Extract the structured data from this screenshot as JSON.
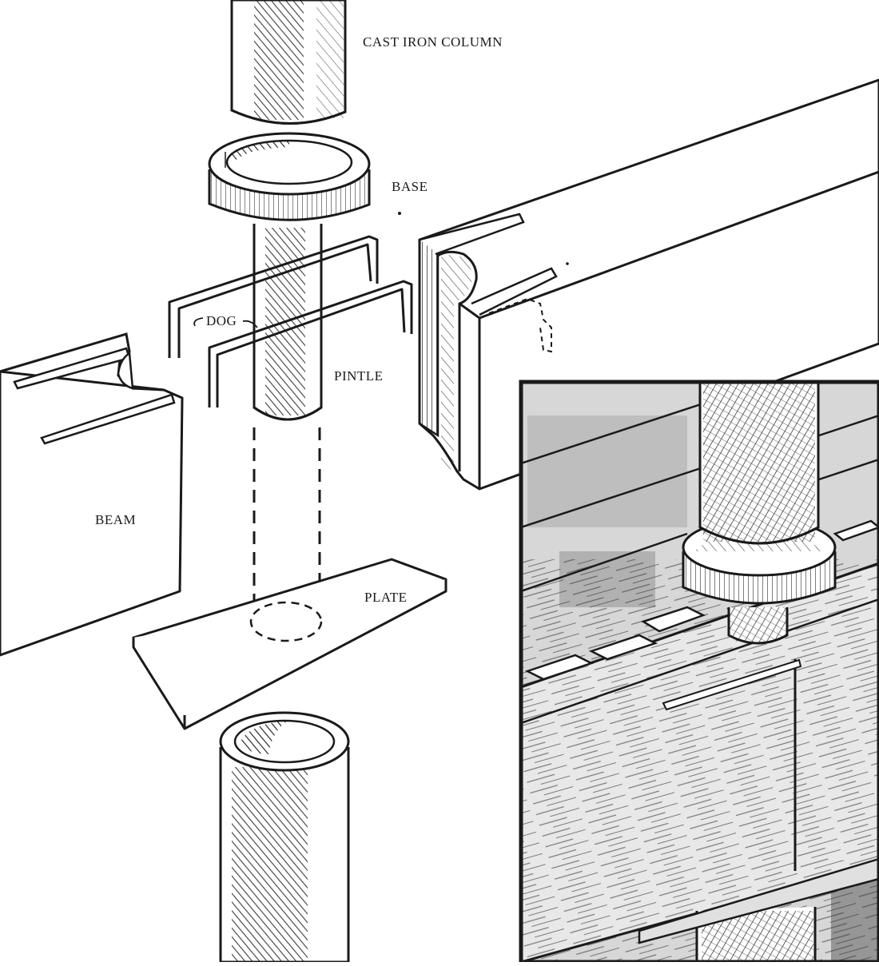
{
  "labels": {
    "cast_iron_column": "CAST IRON COLUMN",
    "base": "BASE",
    "dog": "DOG",
    "pintle": "PINTLE",
    "beam": "BEAM",
    "plate": "PLATE"
  },
  "colors": {
    "ink": "#1a1a1a",
    "paper": "#ffffff",
    "inset_wash": "#9a9a9a"
  }
}
